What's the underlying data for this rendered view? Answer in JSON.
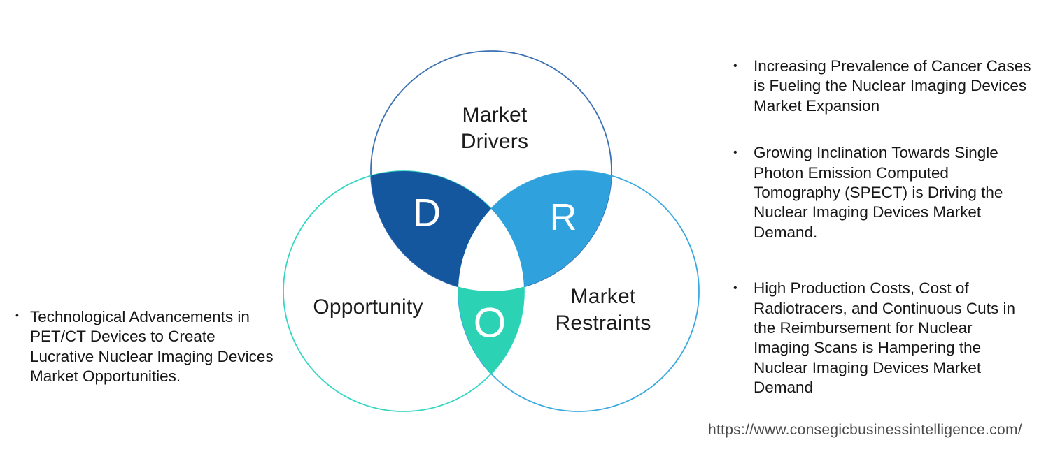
{
  "diagram": {
    "drivers": {
      "label": "Market Drivers",
      "letter": "D",
      "outline_color": "#3a70b4",
      "overlap_color": "#15579e"
    },
    "restraints": {
      "label": "Market Restraints",
      "letter": "R",
      "outline_color": "#39a9e0",
      "overlap_color": "#2fa2de"
    },
    "opportunity": {
      "label": "Opportunity",
      "letter": "O",
      "outline_color": "#35d7c4",
      "overlap_color": "#2bd2b4"
    },
    "center_color": "#ffffff"
  },
  "left_notes": {
    "bullets": [
      "Technological Advancements in PET/CT Devices to Create Lucrative Nuclear Imaging Devices Market Opportunities."
    ]
  },
  "right_notes": {
    "bullets": [
      "Increasing Prevalence of Cancer Cases is Fueling the Nuclear Imaging Devices Market Expansion",
      "Growing Inclination Towards Single Photon Emission Computed Tomography (SPECT) is Driving the Nuclear Imaging Devices Market Demand.",
      "High Production Costs, Cost of Radiotracers, and Continuous Cuts in the Reimbursement for Nuclear Imaging Scans is Hampering the Nuclear Imaging Devices Market Demand"
    ]
  },
  "footer": {
    "source_url": "https://www.consegicbusinessintelligence.com/"
  }
}
